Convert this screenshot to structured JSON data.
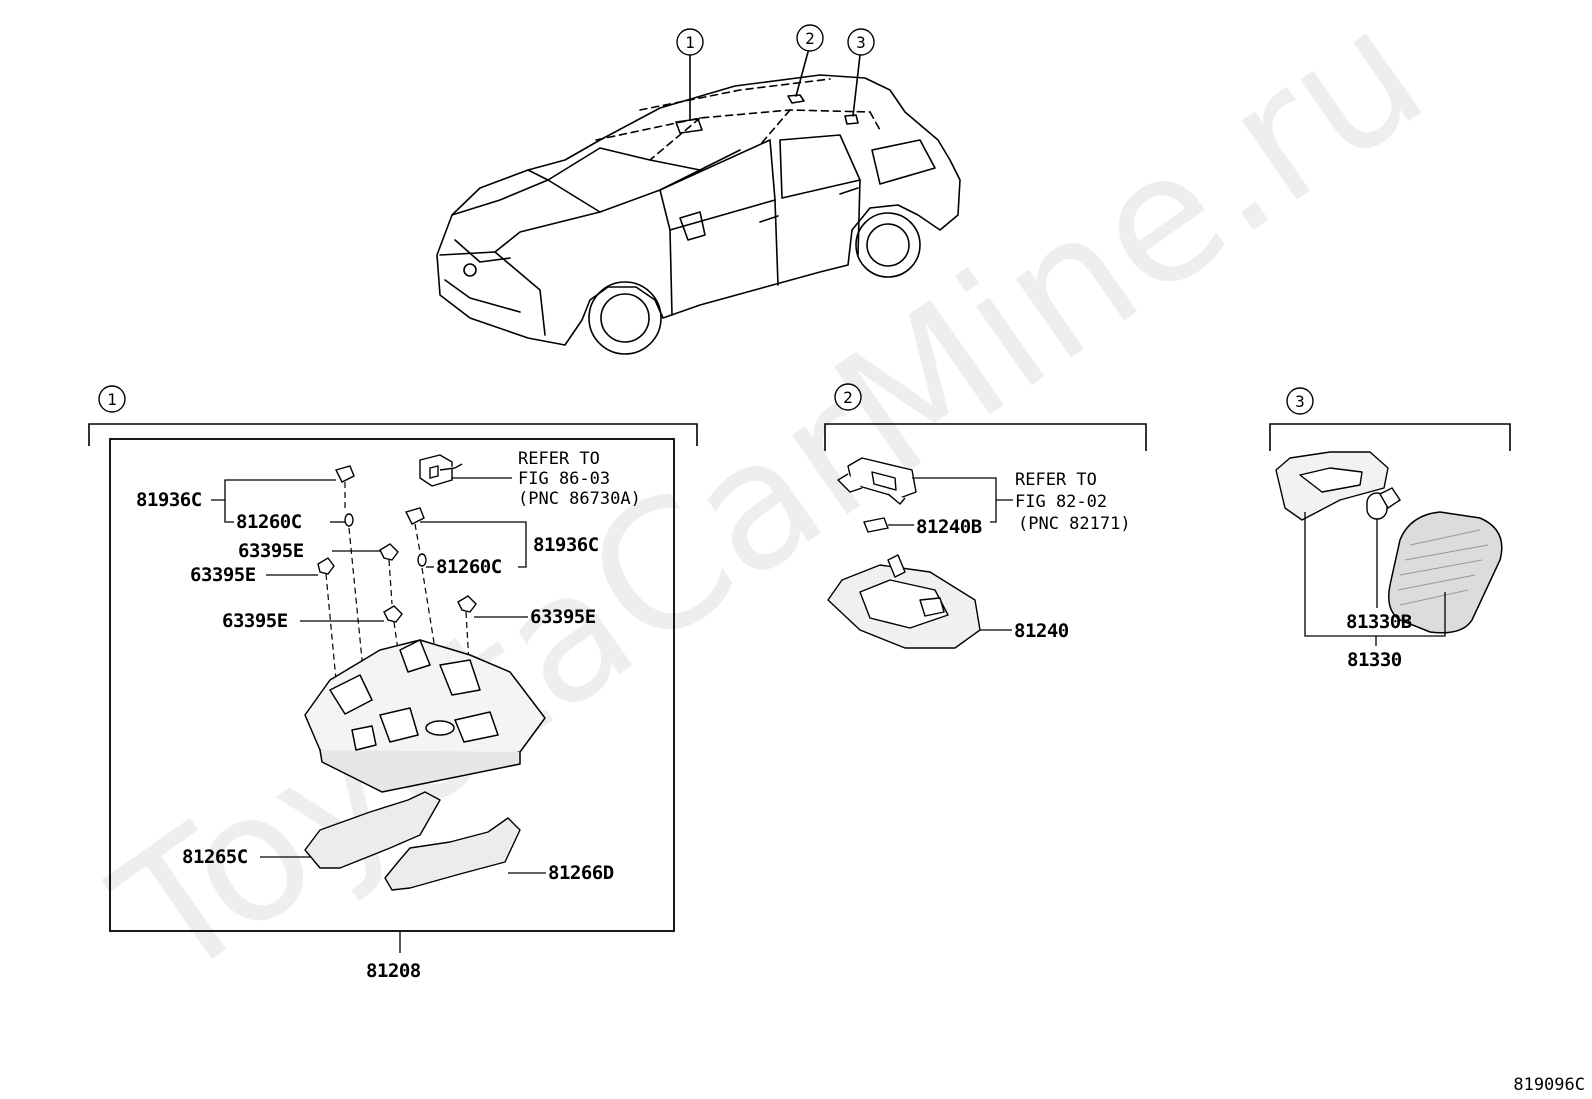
{
  "watermark": "ToyotaCarMine.ru",
  "diagram_code": "819096C",
  "callouts": {
    "c1": "1",
    "c2": "2",
    "c3": "3"
  },
  "group1": {
    "marker": "1",
    "labels": {
      "p81936C_a": "81936C",
      "p81260C_a": "81260C",
      "p63395E_a": "63395E",
      "p63395E_b": "63395E",
      "p63395E_c": "63395E",
      "p63395E_d": "63395E",
      "p81936C_b": "81936C",
      "p81260C_b": "81260C",
      "p81265C": "81265C",
      "p81266D": "81266D",
      "p81208": "81208"
    },
    "refer": {
      "line1": "REFER TO",
      "line2": "FIG 86-03",
      "line3": "(PNC 86730A)"
    }
  },
  "group2": {
    "marker": "2",
    "labels": {
      "p81240B": "81240B",
      "p81240": "81240"
    },
    "refer": {
      "line1": "REFER TO",
      "line2": "FIG 82-02",
      "line3": "(PNC 82171)"
    }
  },
  "group3": {
    "marker": "3",
    "labels": {
      "p81330B": "81330B",
      "p81330": "81330"
    }
  }
}
